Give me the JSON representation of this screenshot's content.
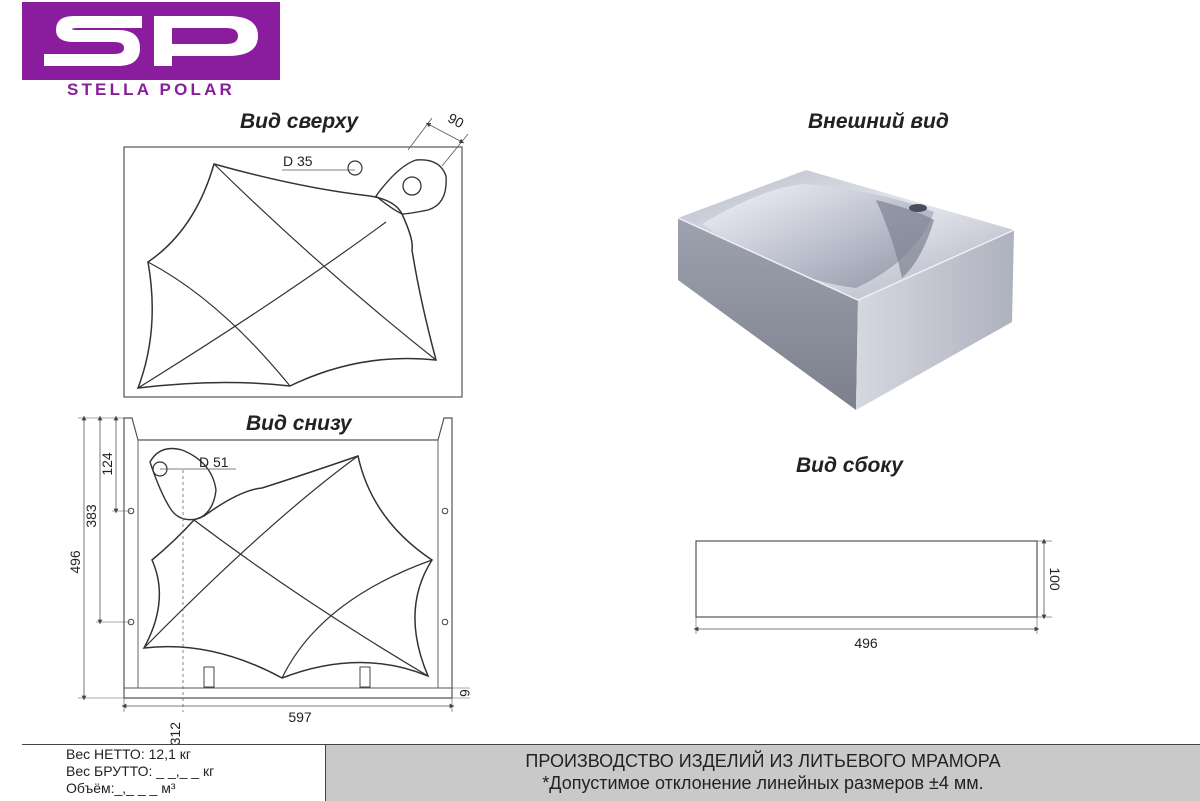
{
  "brand": {
    "logo_letters": "SP",
    "name": "STELLA POLAR",
    "color": "#8a1d9d"
  },
  "views": {
    "top": {
      "title": "Вид сверху",
      "hole_label": "D 35",
      "overflow_dimension": "90"
    },
    "bottom": {
      "title": "Вид снизу",
      "drain_label": "D 51",
      "dimensions": {
        "drain_offset_top": "124",
        "mount_offset": "383",
        "depth": "496",
        "drain_offset_left": "312",
        "width": "597",
        "ledge": "6"
      }
    },
    "external": {
      "title": "Внешний вид"
    },
    "side": {
      "title": "Вид сбоку",
      "height": "100",
      "depth": "496"
    }
  },
  "specs": {
    "net_weight": "Вес НЕТТО: 12,1 кг",
    "gross_weight": "Вес БРУТТО: _ _,_ _ кг",
    "volume": "Объём:_,_ _ _ м³"
  },
  "footer": {
    "title": "ПРОИЗВОДСТВО ИЗДЕЛИЙ ИЗ ЛИТЬЕВОГО МРАМОРА",
    "tolerance": "*Допустимое отклонение линейных размеров ±4 мм."
  },
  "main": {
    "product_photo": {
      "alt": "SP"
    }
  }
}
